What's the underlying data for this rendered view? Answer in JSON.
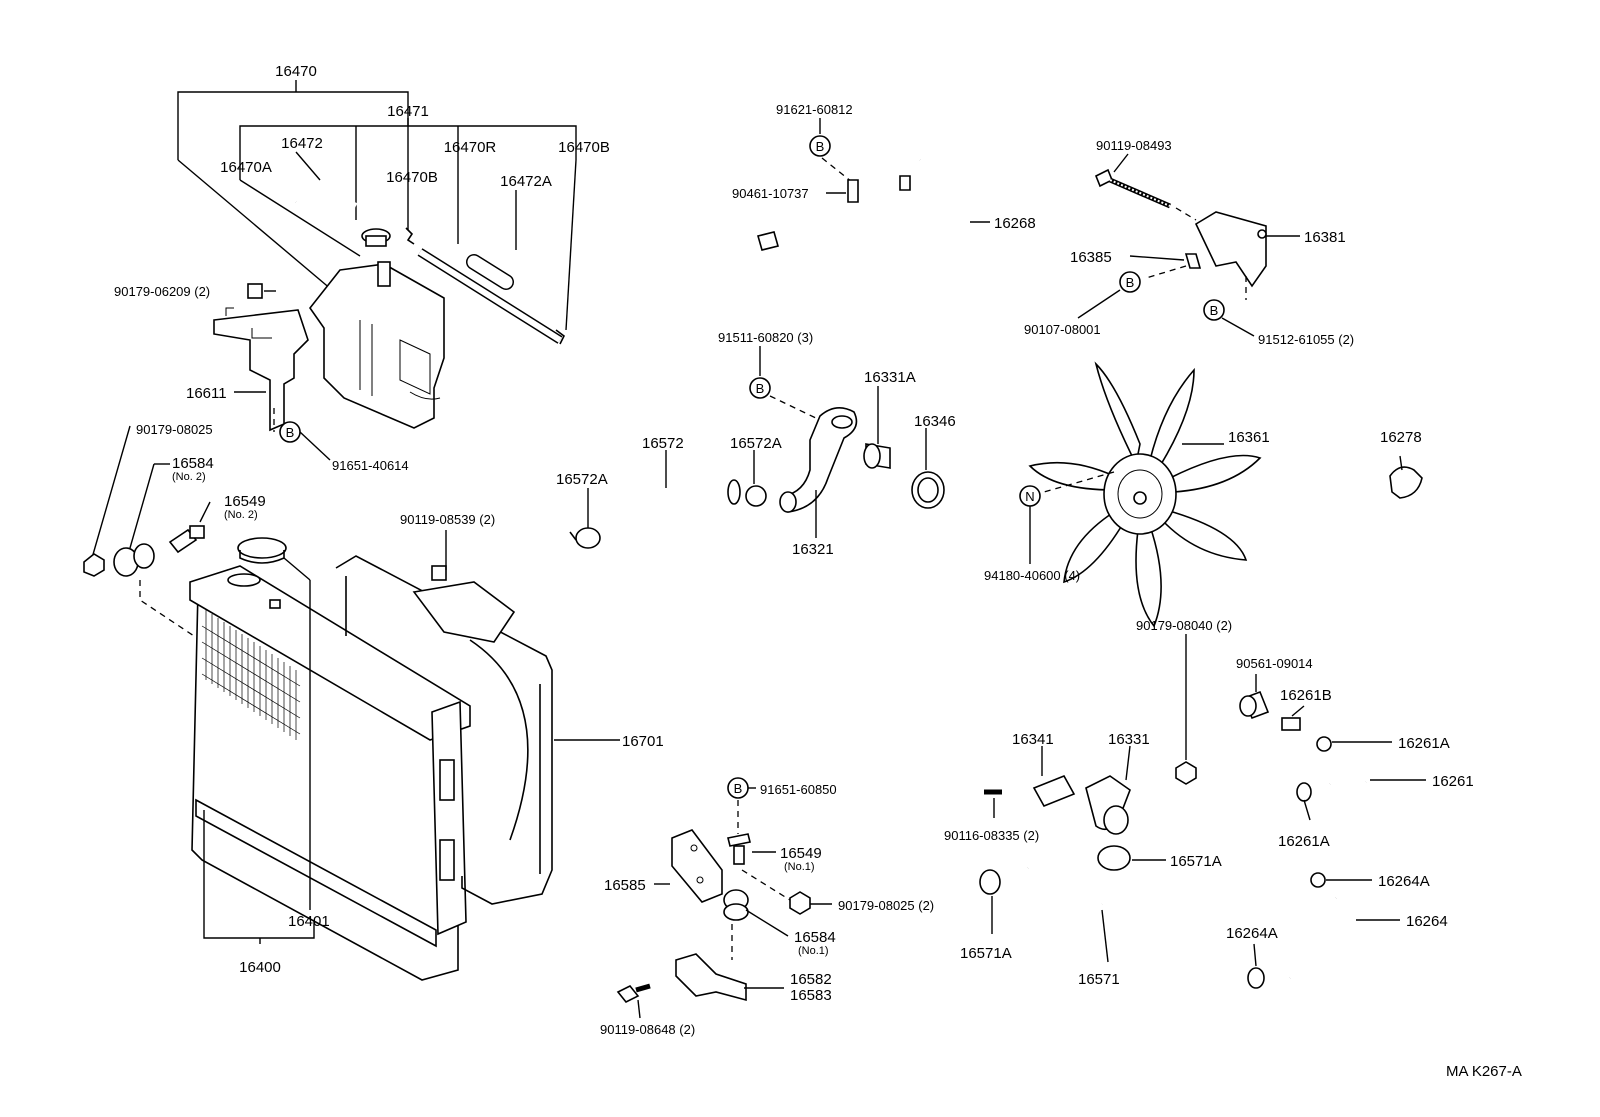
{
  "labels": {
    "p16470": "16470",
    "p16471": "16471",
    "p16472": "16472",
    "p16470R": "16470R",
    "p16470B_r": "16470B",
    "p16470A": "16470A",
    "p16470B": "16470B",
    "p16472A": "16472A",
    "p90179_06209": "90179-06209 (2)",
    "p16611": "16611",
    "p90179_08025": "90179-08025",
    "p91651_40614": "91651-40614",
    "p16584_no2": "16584",
    "p16584_no2_sub": "(No. 2)",
    "p16549_no2": "16549",
    "p16549_no2_sub": "(No. 2)",
    "p90119_08539": "90119-08539 (2)",
    "p16701": "16701",
    "p16401": "16401",
    "p16400": "16400",
    "p91621_60812": "91621-60812",
    "p90461_10737": "90461-10737",
    "p16268": "16268",
    "p91511_60820": "91511-60820 (3)",
    "p16331A": "16331A",
    "p16346": "16346",
    "p16572": "16572",
    "p16572A_top": "16572A",
    "p16572A_left": "16572A",
    "p16321": "16321",
    "p90119_08493": "90119-08493",
    "p16381": "16381",
    "p16385": "16385",
    "p90107_08001": "90107-08001",
    "p91512_61055": "91512-61055 (2)",
    "p16361": "16361",
    "p94180_40600": "94180-40600 (4)",
    "p16278": "16278",
    "p90179_08040": "90179-08040 (2)",
    "p90561_09014": "90561-09014",
    "p16261B": "16261B",
    "p16261A_top": "16261A",
    "p16261": "16261",
    "p16261A_bot": "16261A",
    "p16341": "16341",
    "p16331": "16331",
    "p90116_08335": "90116-08335 (2)",
    "p16571A_right": "16571A",
    "p16571A_left": "16571A",
    "p16571": "16571",
    "p16264A_top": "16264A",
    "p16264": "16264",
    "p16264A_left": "16264A",
    "p91651_60850": "91651-60850",
    "p16549_no1": "16549",
    "p16549_no1_sub": "(No.1)",
    "p16585": "16585",
    "p90179_08025_2": "90179-08025 (2)",
    "p16584_no1": "16584",
    "p16584_no1_sub": "(No.1)",
    "p16582": "16582",
    "p16583": "16583",
    "p90119_08648": "90119-08648 (2)",
    "figure_code": "MA  K267-A"
  },
  "markers": {
    "b": "B",
    "n": "N"
  }
}
